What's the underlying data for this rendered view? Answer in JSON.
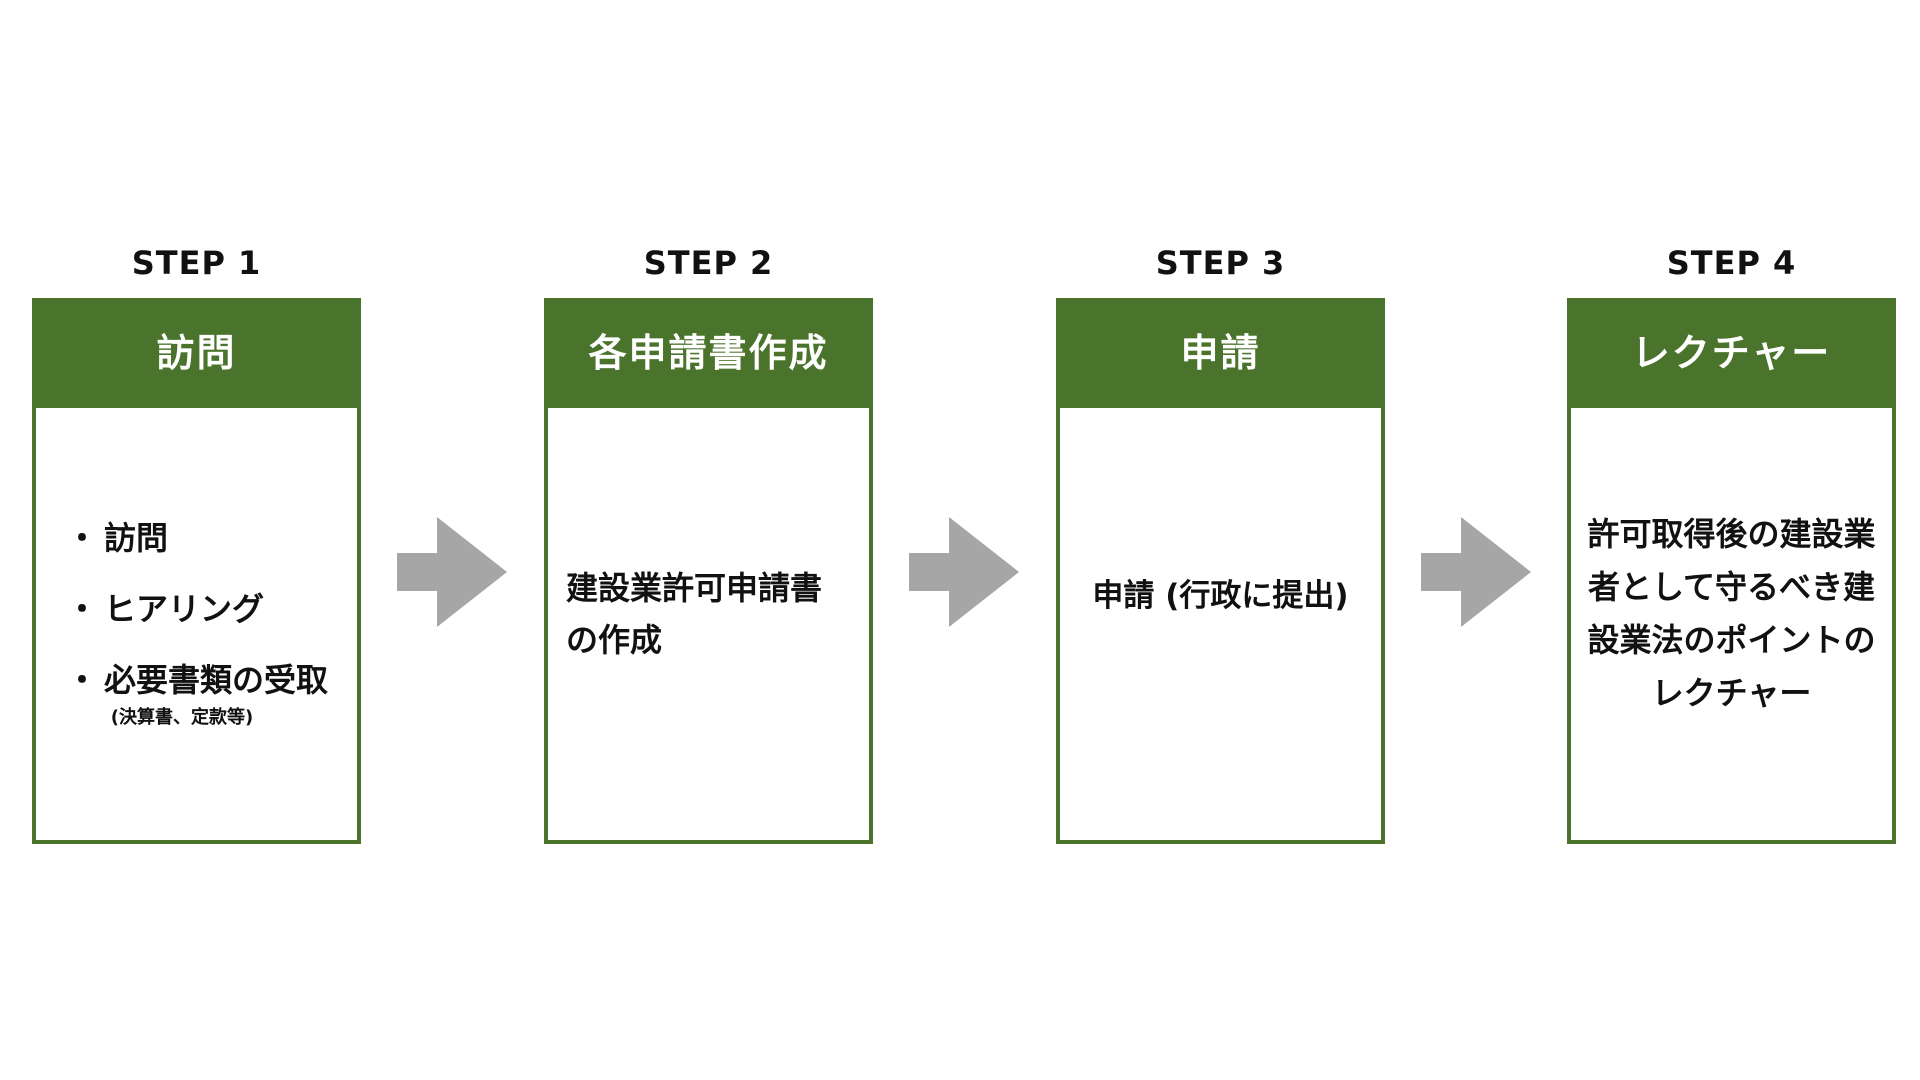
{
  "colors": {
    "header_bg": "#4a732b",
    "border": "#4a732b",
    "arrow": "#a6a6a6",
    "header_text": "#ffffff"
  },
  "steps": [
    {
      "label": "STEP 1",
      "title": "訪問",
      "bullets": [
        {
          "text": "訪問"
        },
        {
          "text": "ヒアリング"
        },
        {
          "text": "必要書類の受取",
          "sub": "(決算書、定款等)"
        }
      ]
    },
    {
      "label": "STEP 2",
      "title": "各申請書作成",
      "body": "建設業許可申請書の作成"
    },
    {
      "label": "STEP 3",
      "title": "申請",
      "body": "申請 (行政に提出)"
    },
    {
      "label": "STEP 4",
      "title": "レクチャー",
      "body": "許可取得後の建設業者として守るべき建設業法のポイントのレクチャー"
    }
  ],
  "bullet_marker": "・"
}
